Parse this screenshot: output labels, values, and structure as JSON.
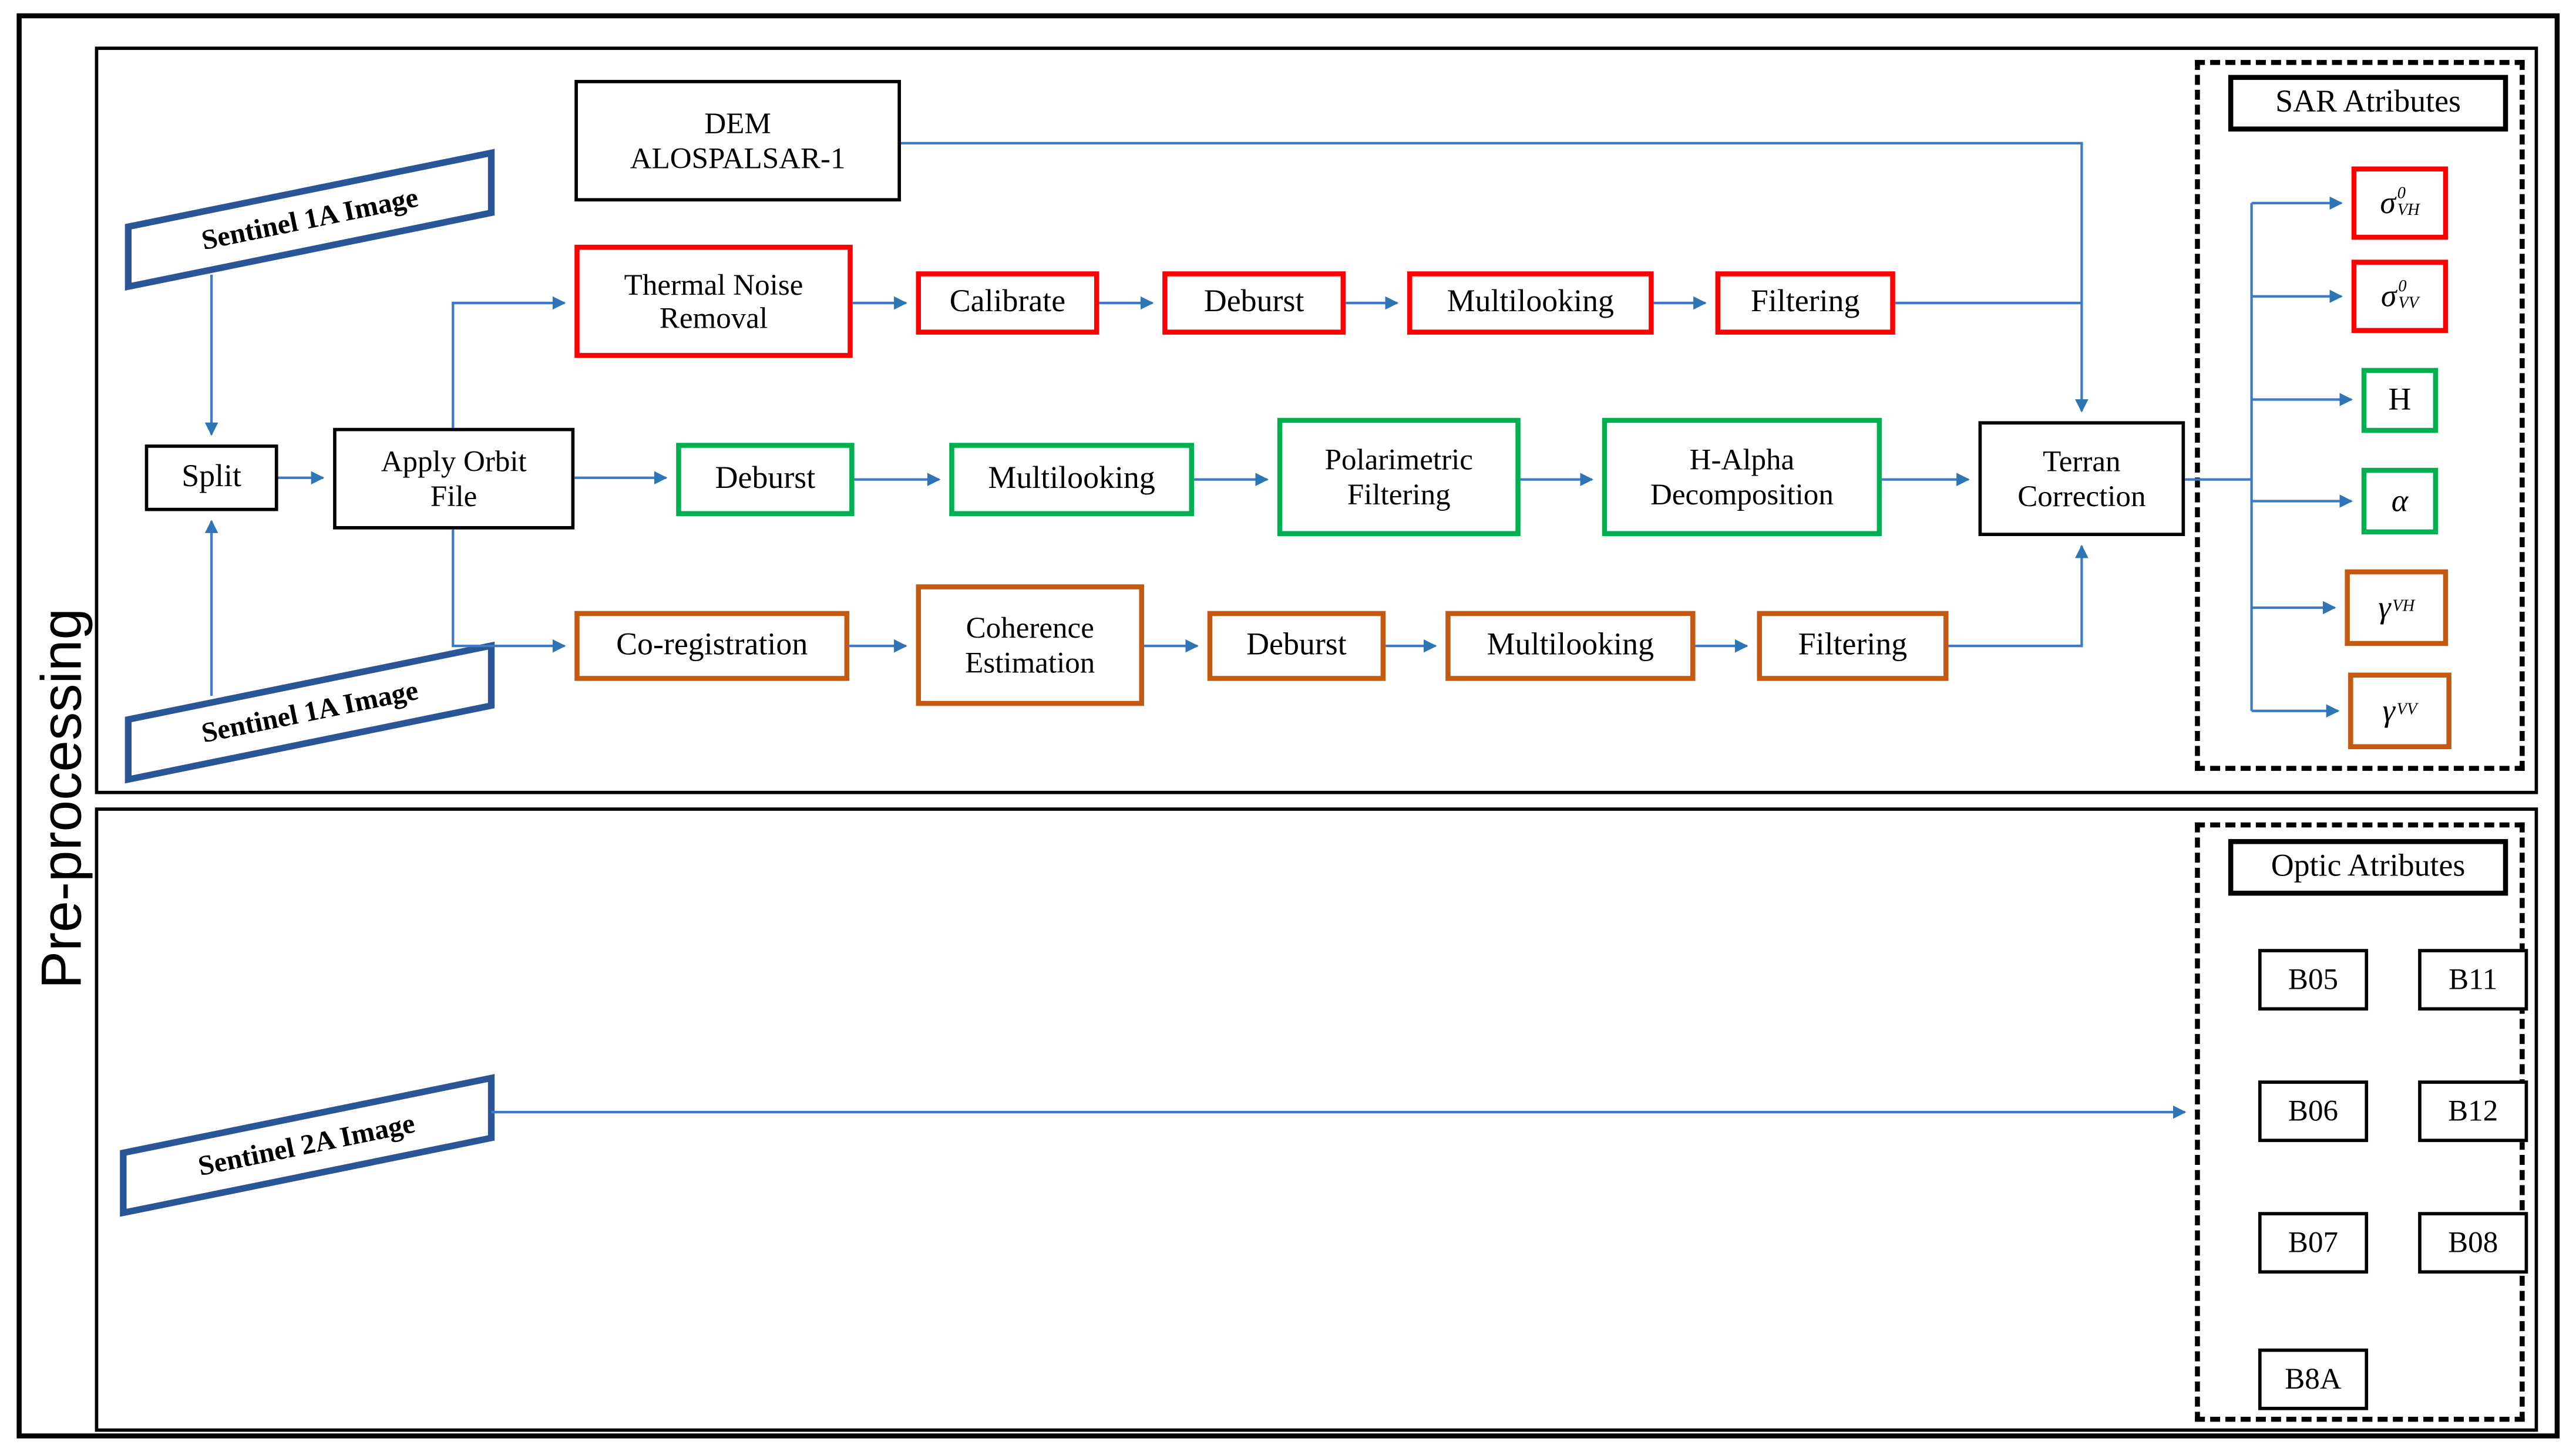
{
  "figure": {
    "side_label": "Pre-processing",
    "colors": {
      "arrow_blue": "#3f7ac5",
      "input_blue": "#2a5697",
      "chain_red": "#fe0000",
      "chain_green": "#00b050",
      "chain_orange": "#c45911",
      "line_black": "#000000"
    },
    "inputs": {
      "s1a_top": "Sentinel 1A Image",
      "s1a_bottom": "Sentinel 1A Image",
      "s2a": "Sentinel 2A Image"
    },
    "nodes": {
      "dem": "DEM\nALOSPALSAR-1",
      "split": "Split",
      "apply_orbit": "Apply Orbit\nFile",
      "thermal_noise_removal": "Thermal Noise\nRemoval",
      "calibrate": "Calibrate",
      "deburst_red": "Deburst",
      "multilooking_red": "Multilooking",
      "filtering_red": "Filtering",
      "deburst_green": "Deburst",
      "multilooking_green": "Multilooking",
      "polarimetric_filtering": "Polarimetric\nFiltering",
      "h_alpha_decomposition": "H-Alpha\nDecomposition",
      "co_registration": "Co-registration",
      "coherence_estimation": "Coherence\nEstimation",
      "deburst_orange": "Deburst",
      "multilooking_orange": "Multilooking",
      "filtering_orange": "Filtering",
      "terrain_correction": "Terran\nCorrection"
    },
    "sar_panel": {
      "title": "SAR Atributes",
      "items": [
        {
          "base": "σ",
          "sup": "0",
          "sub": "VH"
        },
        {
          "base": "σ",
          "sup": "0",
          "sub": "VV"
        },
        {
          "base": "H",
          "sup": "",
          "sub": ""
        },
        {
          "base": "α",
          "sup": "",
          "sub": ""
        },
        {
          "base": "γ",
          "sup": "",
          "sub": "VH"
        },
        {
          "base": "γ",
          "sup": "",
          "sub": "VV"
        }
      ]
    },
    "optic_panel": {
      "title": "Optic Atributes",
      "bands": [
        "B05",
        "B11",
        "B06",
        "B12",
        "B07",
        "B08",
        "B8A"
      ]
    }
  }
}
